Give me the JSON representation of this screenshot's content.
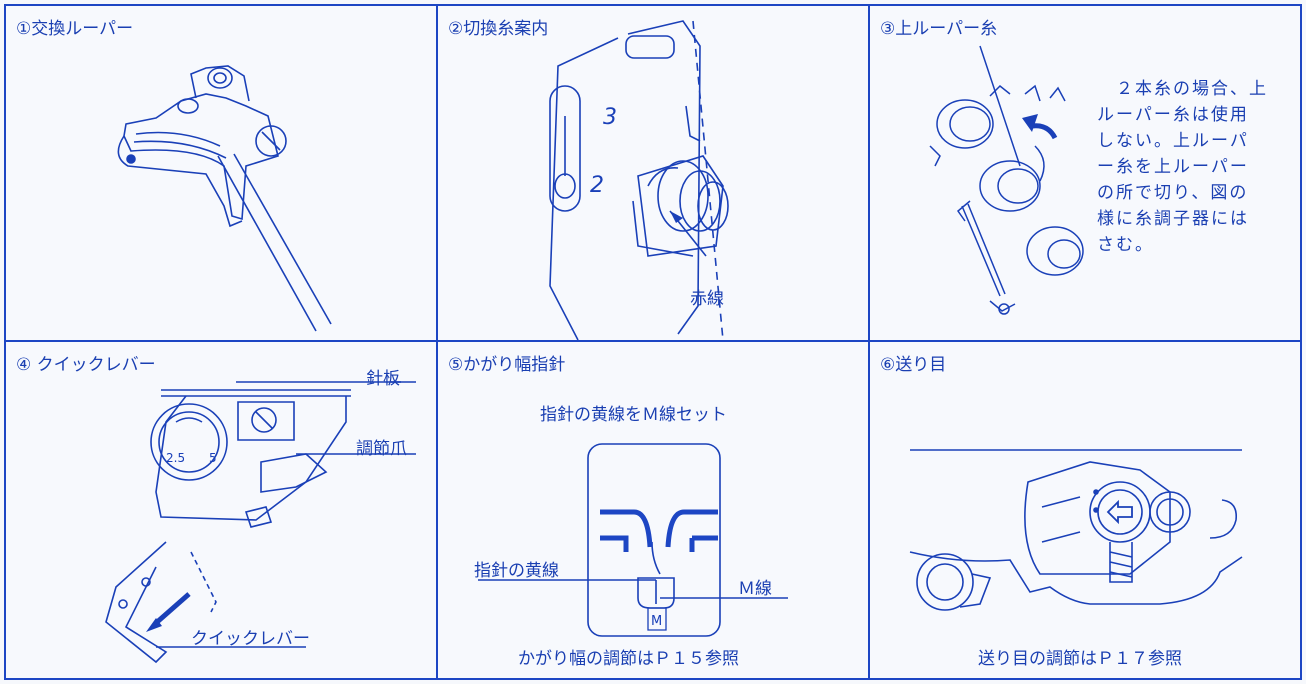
{
  "panels": {
    "p1": {
      "title": "①交換ルーパー"
    },
    "p2": {
      "title": "②切換糸案内",
      "label_red_line": "赤線",
      "number_3": "3",
      "number_2": "2"
    },
    "p3": {
      "title": "③上ルーパー糸",
      "note": "　２本糸の場合、上\nルーパー糸は使用\nしない。上ルーパ\nー糸を上ルーパー\nの所で切り、図の\n様に糸調子器には\nさむ。"
    },
    "p4": {
      "title": "④ クイックレバー",
      "label_needle_plate": "針板",
      "label_adjust_claw": "調節爪",
      "label_quick_lever": "クイックレバー",
      "dial_min": "2.5",
      "dial_max": "5"
    },
    "p5": {
      "title": "⑤かがり幅指針",
      "instruction": "指針の黄線をＭ線セット",
      "label_pointer_yellow_line": "指針の黄線",
      "label_m_line": "Ｍ線",
      "marker_m": "M",
      "footer": "かがり幅の調節はＰ１５参照"
    },
    "p6": {
      "title": "⑥送り目",
      "footer": "送り目の調節はＰ１７参照"
    }
  },
  "colors": {
    "ink": "#1a40b8",
    "frame": "#1d46c4",
    "paper": "#f7f9fd"
  }
}
